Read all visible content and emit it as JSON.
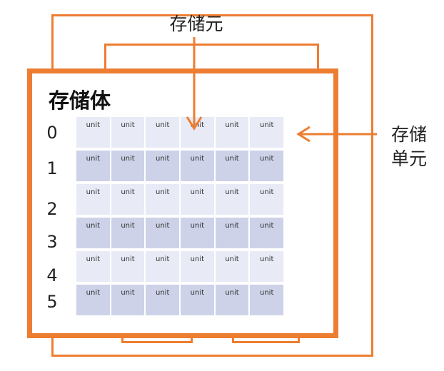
{
  "labels": {
    "top": "存储元",
    "right_line1": "存储",
    "right_line2": "单元",
    "title": "存储体"
  },
  "rows": [
    "0",
    "1",
    "2",
    "3",
    "4",
    "5"
  ],
  "cell_text": "unit",
  "columns_per_row": 6,
  "colors": {
    "accent": "#ed7d31",
    "row_light": "#e8eaf6",
    "row_dark": "#cdd2e8"
  }
}
